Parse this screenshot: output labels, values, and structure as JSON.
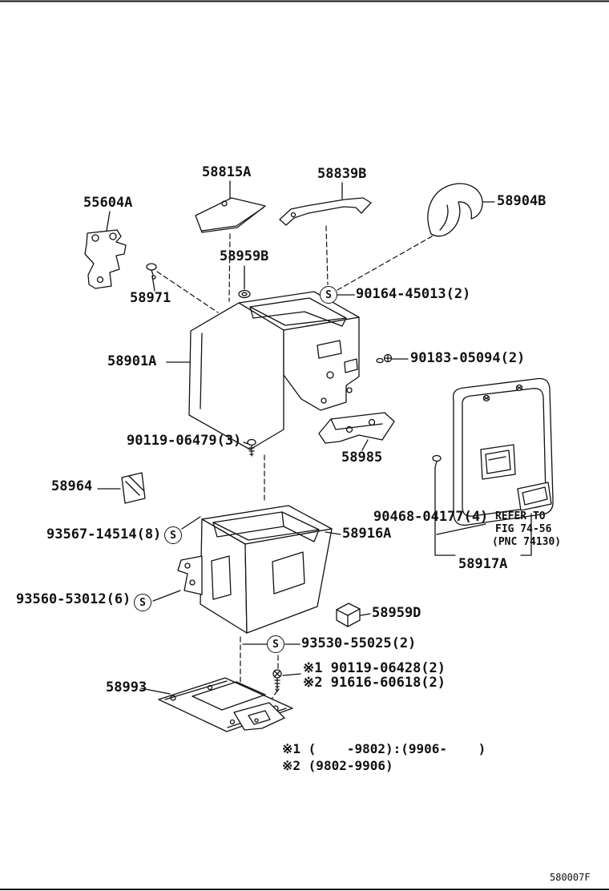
{
  "labels": [
    {
      "part": "55604A",
      "text": "55604A"
    },
    {
      "part": "58815A",
      "text": "58815A"
    },
    {
      "part": "58839B",
      "text": "58839B"
    },
    {
      "part": "58904B",
      "text": "58904B"
    },
    {
      "part": "58959B",
      "text": "58959B"
    },
    {
      "part": "58971",
      "text": "58971"
    },
    {
      "part": "90164-45013",
      "text": "90164-45013(2)"
    },
    {
      "part": "58901A",
      "text": "58901A"
    },
    {
      "part": "90183-05094",
      "text": "90183-05094(2)"
    },
    {
      "part": "90119-06479",
      "text": "90119-06479(3)"
    },
    {
      "part": "58985",
      "text": "58985"
    },
    {
      "part": "58964",
      "text": "58964"
    },
    {
      "part": "93567-14514",
      "text": "93567-14514(8)"
    },
    {
      "part": "58916A",
      "text": "58916A"
    },
    {
      "part": "90468-04177",
      "text": "90468-04177(4)"
    },
    {
      "part": "58917A",
      "text": "58917A"
    },
    {
      "part": "93560-53012",
      "text": "93560-53012(6)"
    },
    {
      "part": "58959D",
      "text": "58959D"
    },
    {
      "part": "93530-55025",
      "text": "93530-55025(2)"
    },
    {
      "part": "90119-06428",
      "text": "※1 90119-06428(2)"
    },
    {
      "part": "91616-60618",
      "text": "※2 91616-60618(2)"
    },
    {
      "part": "58993",
      "text": "58993"
    }
  ],
  "notes": {
    "refer1": "REFER TO",
    "refer2": "FIG 74-56",
    "refer3": "(PNC 74130)",
    "footnote1": "※1 (    -9802):(9906-    )",
    "footnote2": "※2 (9802-9906)"
  },
  "symbols": {
    "s": "S"
  },
  "figure_code": "580007F",
  "colors": {
    "line": "#111111",
    "background": "#ffffff"
  }
}
